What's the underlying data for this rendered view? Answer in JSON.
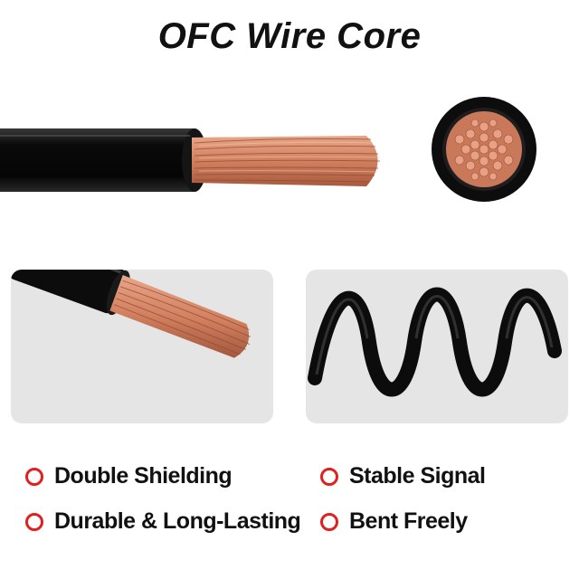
{
  "title": "OFC Wire Core",
  "features": [
    {
      "label": "Double Shielding"
    },
    {
      "label": "Durable & Long-Lasting"
    },
    {
      "label": "Stable Signal"
    },
    {
      "label": "Bent Freely"
    }
  ],
  "colors": {
    "accent": "#e02020",
    "jacket": "#0c0c0c",
    "copper": "#d98a6a",
    "panel": "#e5e5e5"
  }
}
